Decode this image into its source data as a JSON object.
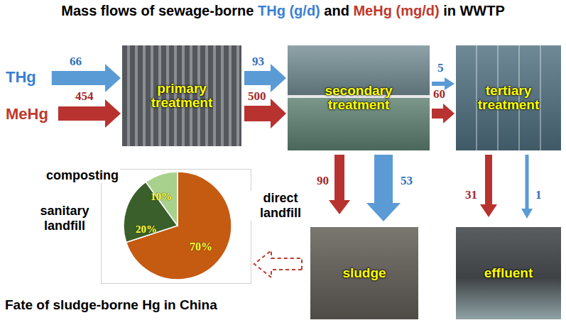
{
  "diagram": {
    "title": "Mass flows of sewage-borne THg (g/d) and MeHg (mg/d) in WWTP",
    "nodes": [
      {
        "text": [
          "THg"
        ]
      },
      {
        "text": [
          "MeHg"
        ]
      },
      {
        "text": [
          "primary treatment"
        ]
      },
      {
        "text": [
          "secondary treatment"
        ]
      },
      {
        "text": [
          "tertiary treatment"
        ]
      },
      {
        "text": [
          "Fate of sludge-borne Hg in China",
          "composting",
          "sanitary landfill",
          "direct landfill",
          "10%",
          "20%",
          "70%"
        ]
      },
      {
        "text": [
          "sludge"
        ]
      },
      {
        "text": [
          "effluent"
        ]
      }
    ],
    "edges": [
      {
        "from": 0,
        "to": 2,
        "arrow": "to",
        "label": "66"
      },
      {
        "from": 1,
        "to": 2,
        "arrow": "to",
        "label": "454"
      },
      {
        "from": 2,
        "to": 3,
        "arrow": "to",
        "label": "93"
      },
      {
        "from": 2,
        "to": 3,
        "arrow": "to",
        "label": "500"
      },
      {
        "from": 3,
        "to": 4,
        "arrow": "to",
        "label": "5"
      },
      {
        "from": 3,
        "to": 4,
        "arrow": "to",
        "label": "60"
      },
      {
        "from": 3,
        "to": 6,
        "arrow": "to",
        "label": "90"
      },
      {
        "from": 3,
        "to": 6,
        "arrow": "to",
        "label": "53"
      },
      {
        "from": 4,
        "to": 7,
        "arrow": "to",
        "label": "31"
      },
      {
        "from": 4,
        "to": 7,
        "arrow": "to",
        "label": "1"
      },
      {
        "from": 6,
        "to": 5,
        "arrow": "to"
      }
    ]
  }
}
